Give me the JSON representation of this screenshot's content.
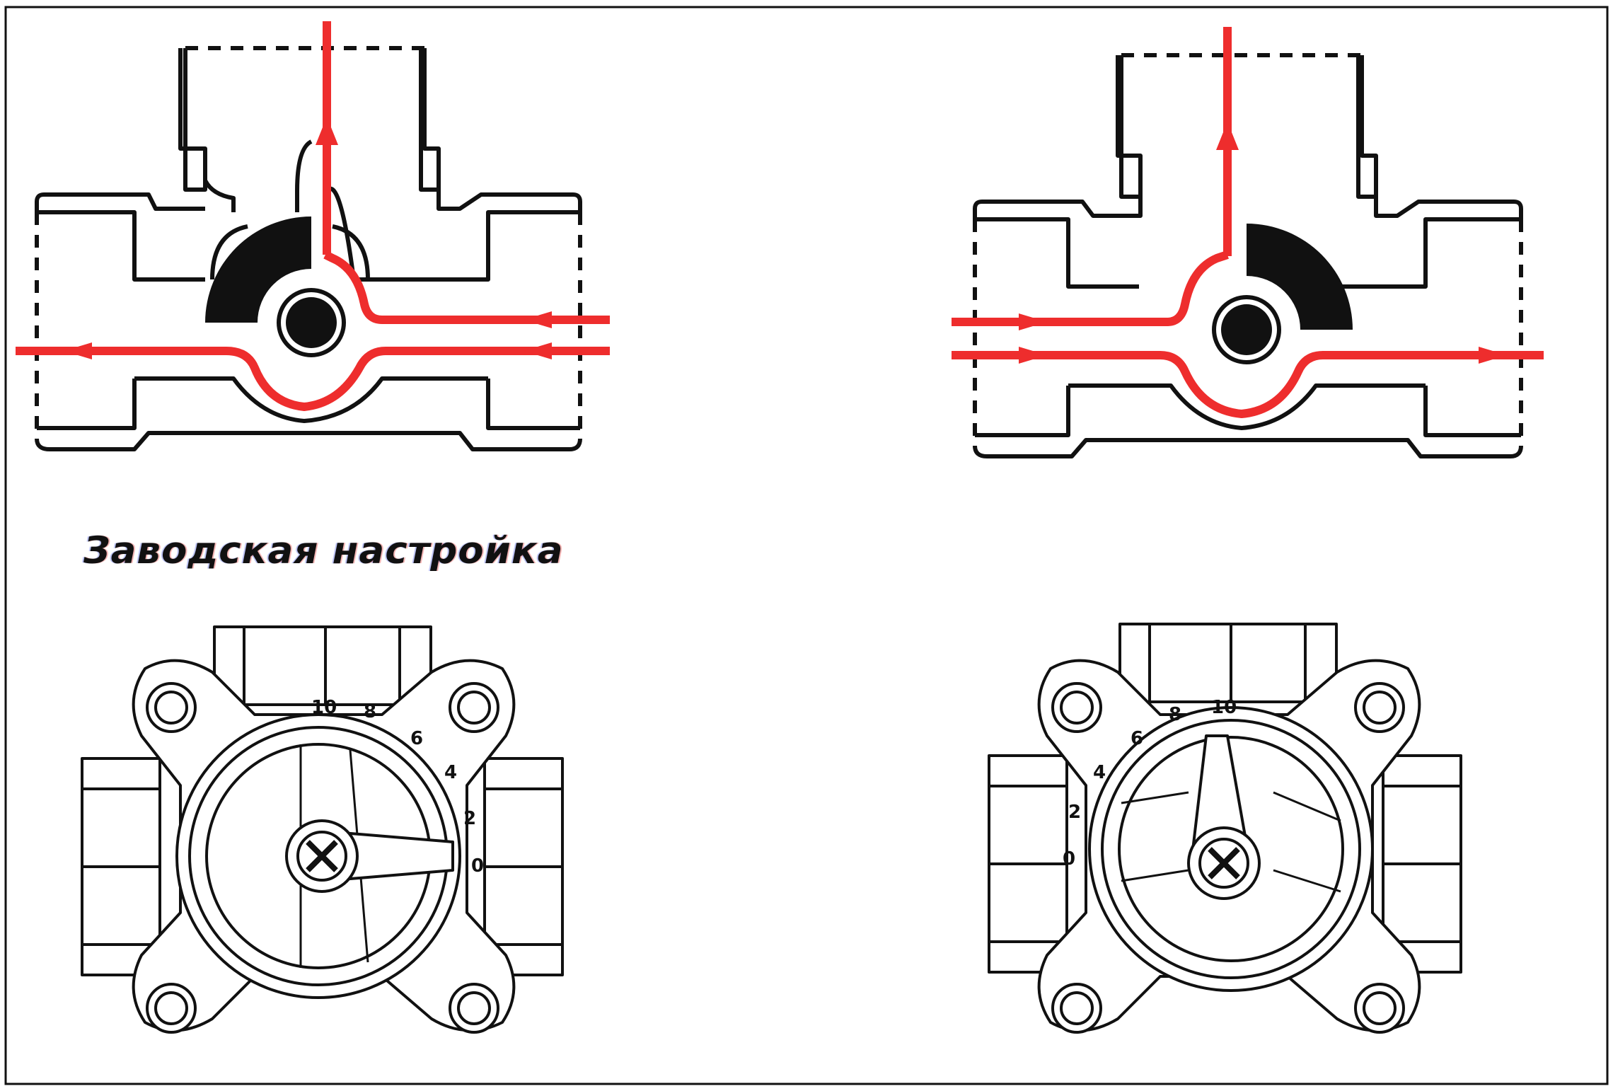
{
  "caption": "Заводская настройка",
  "colors": {
    "flow": "#ee2d2d",
    "line": "#111111",
    "background": "#ffffff"
  },
  "dials": [
    {
      "scale": [
        "10",
        "8",
        "6",
        "4",
        "2",
        "0"
      ]
    },
    {
      "scale": [
        "0",
        "2",
        "4",
        "6",
        "8",
        "10"
      ]
    }
  ]
}
